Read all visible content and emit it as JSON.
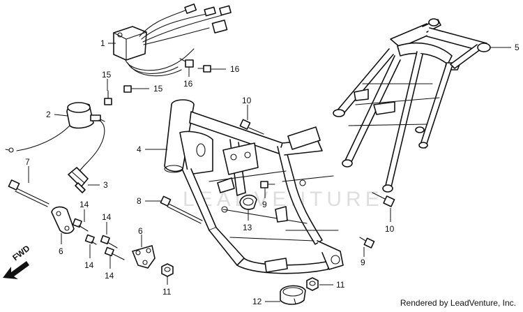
{
  "diagram": {
    "watermark_text": "LEADVENTURE",
    "credit": "Rendered by LeadVenture, Inc.",
    "fwd_label": "FWD",
    "callouts": [
      {
        "id": "c1",
        "label": "1"
      },
      {
        "id": "c2",
        "label": "2"
      },
      {
        "id": "c3",
        "label": "3"
      },
      {
        "id": "c4",
        "label": "4"
      },
      {
        "id": "c5",
        "label": "5"
      },
      {
        "id": "c6a",
        "label": "6"
      },
      {
        "id": "c6b",
        "label": "6"
      },
      {
        "id": "c7",
        "label": "7"
      },
      {
        "id": "c8",
        "label": "8"
      },
      {
        "id": "c9a",
        "label": "9"
      },
      {
        "id": "c9b",
        "label": "9"
      },
      {
        "id": "c10a",
        "label": "10"
      },
      {
        "id": "c10b",
        "label": "10"
      },
      {
        "id": "c11a",
        "label": "11"
      },
      {
        "id": "c11b",
        "label": "11"
      },
      {
        "id": "c12",
        "label": "12"
      },
      {
        "id": "c13",
        "label": "13"
      },
      {
        "id": "c14a",
        "label": "14"
      },
      {
        "id": "c14b",
        "label": "14"
      },
      {
        "id": "c14c",
        "label": "14"
      },
      {
        "id": "c14d",
        "label": "14"
      },
      {
        "id": "c15a",
        "label": "15"
      },
      {
        "id": "c15b",
        "label": "15"
      },
      {
        "id": "c16a",
        "label": "16"
      },
      {
        "id": "c16b",
        "label": "16"
      }
    ]
  }
}
